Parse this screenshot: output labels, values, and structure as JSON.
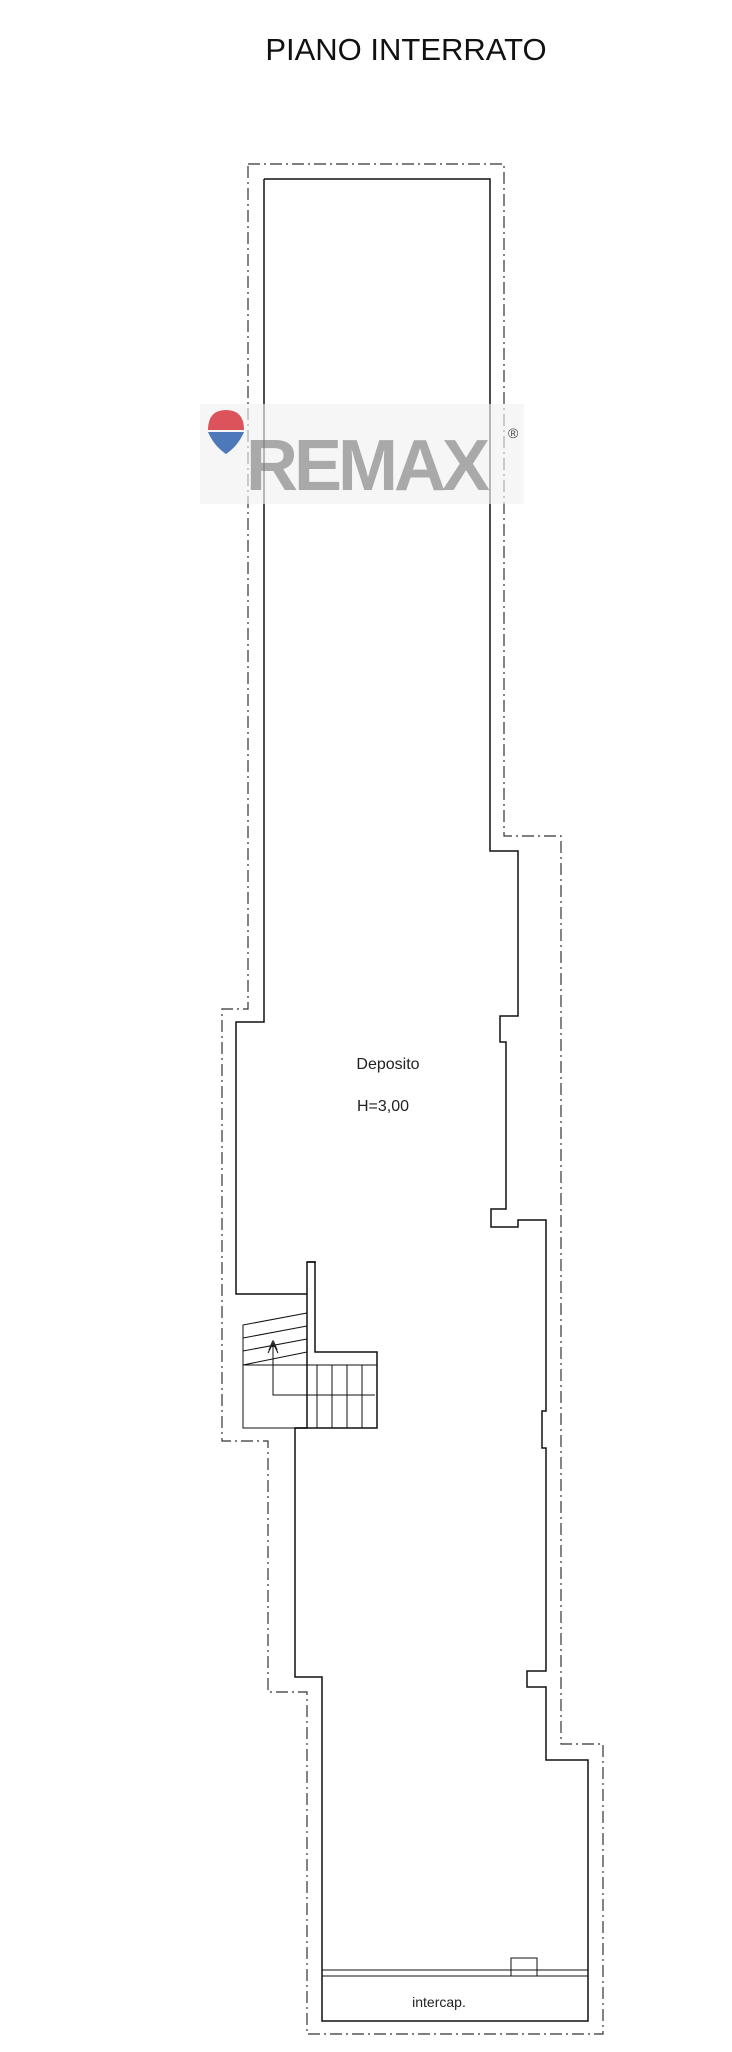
{
  "title": "PIANO INTERRATO",
  "room": {
    "name": "Deposito",
    "height": "H=3,00"
  },
  "stair_marker": "A",
  "bottom_label": "intercap.",
  "watermark": {
    "text": "REMAX",
    "balloon_colors": [
      "#d8363f",
      "#2f61ad"
    ],
    "text_color": "#9b9b9b"
  }
}
